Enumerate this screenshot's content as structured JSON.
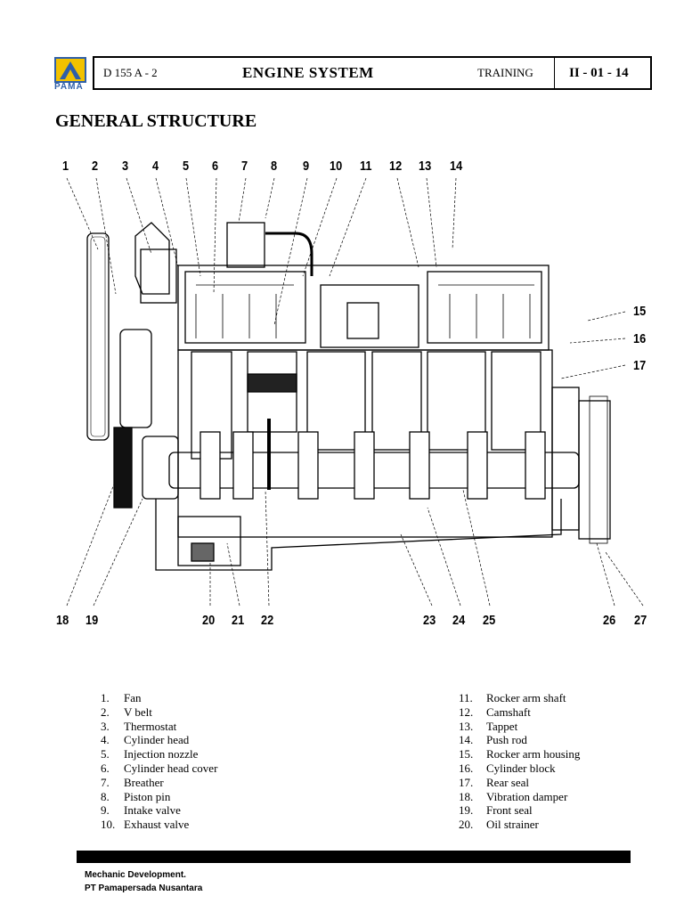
{
  "header": {
    "logo_text": "PAMA",
    "model": "D 155 A - 2",
    "title": "ENGINE  SYSTEM",
    "section": "TRAINING",
    "page": "II - 01 - 14"
  },
  "heading": "GENERAL STRUCTURE",
  "callouts": [
    "1",
    "2",
    "3",
    "4",
    "5",
    "6",
    "7",
    "8",
    "9",
    "10",
    "11",
    "12",
    "13",
    "14",
    "15",
    "16",
    "17",
    "18",
    "19",
    "20",
    "21",
    "22",
    "23",
    "24",
    "25",
    "26",
    "27"
  ],
  "legend_left": [
    {
      "num": "1.",
      "label": "Fan"
    },
    {
      "num": "2.",
      "label": "V belt"
    },
    {
      "num": "3.",
      "label": "Thermostat"
    },
    {
      "num": "4.",
      "label": "Cylinder head"
    },
    {
      "num": "5.",
      "label": "Injection nozzle"
    },
    {
      "num": "6.",
      "label": "Cylinder head cover"
    },
    {
      "num": "7.",
      "label": "Breather"
    },
    {
      "num": "8.",
      "label": "Piston pin"
    },
    {
      "num": "9.",
      "label": "Intake valve"
    },
    {
      "num": "10.",
      "label": "Exhaust valve"
    }
  ],
  "legend_right": [
    {
      "num": "11.",
      "label": "Rocker arm shaft"
    },
    {
      "num": "12.",
      "label": "Camshaft"
    },
    {
      "num": "13.",
      "label": "Tappet"
    },
    {
      "num": "14.",
      "label": "Push rod"
    },
    {
      "num": "15.",
      "label": "Rocker arm housing"
    },
    {
      "num": "16.",
      "label": "Cylinder block"
    },
    {
      "num": "17.",
      "label": "Rear seal"
    },
    {
      "num": "18.",
      "label": "Vibration damper"
    },
    {
      "num": "19.",
      "label": "Front seal"
    },
    {
      "num": "20.",
      "label": "Oil strainer"
    }
  ],
  "footer": {
    "line1": "Mechanic Development.",
    "line2": "PT Pamapersada Nusantara"
  },
  "colors": {
    "logo_blue": "#2f5fa8",
    "logo_yellow": "#f2c200"
  }
}
